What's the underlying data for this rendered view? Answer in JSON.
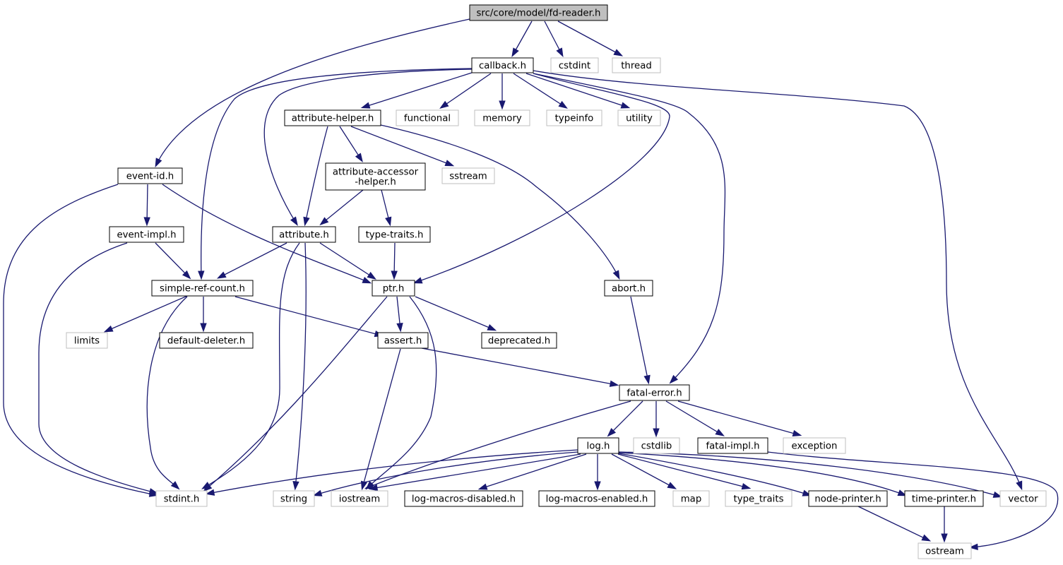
{
  "colors": {
    "edge": "#191970",
    "root_fill": "#bfbfbf",
    "node_fill": "#ffffff",
    "node_border": "#000000",
    "system_border": "#bfbfbf"
  },
  "nodes": [
    {
      "id": "fd_reader",
      "label": [
        "src/core/model/fd-reader.h"
      ],
      "kind": "root"
    },
    {
      "id": "callback",
      "label": [
        "callback.h"
      ],
      "kind": "local"
    },
    {
      "id": "cstdint",
      "label": [
        "cstdint"
      ],
      "kind": "system"
    },
    {
      "id": "thread",
      "label": [
        "thread"
      ],
      "kind": "system"
    },
    {
      "id": "attribute_helper",
      "label": [
        "attribute-helper.h"
      ],
      "kind": "local"
    },
    {
      "id": "functional",
      "label": [
        "functional"
      ],
      "kind": "system"
    },
    {
      "id": "memory",
      "label": [
        "memory"
      ],
      "kind": "system"
    },
    {
      "id": "typeinfo",
      "label": [
        "typeinfo"
      ],
      "kind": "system"
    },
    {
      "id": "utility",
      "label": [
        "utility"
      ],
      "kind": "system"
    },
    {
      "id": "event_id",
      "label": [
        "event-id.h"
      ],
      "kind": "local"
    },
    {
      "id": "attribute_accessor_helper",
      "label": [
        "attribute-accessor",
        "-helper.h"
      ],
      "kind": "local"
    },
    {
      "id": "sstream",
      "label": [
        "sstream"
      ],
      "kind": "system"
    },
    {
      "id": "event_impl",
      "label": [
        "event-impl.h"
      ],
      "kind": "local"
    },
    {
      "id": "attribute",
      "label": [
        "attribute.h"
      ],
      "kind": "local"
    },
    {
      "id": "type_traits_h",
      "label": [
        "type-traits.h"
      ],
      "kind": "local"
    },
    {
      "id": "simple_ref_count",
      "label": [
        "simple-ref-count.h"
      ],
      "kind": "local"
    },
    {
      "id": "ptr",
      "label": [
        "ptr.h"
      ],
      "kind": "local"
    },
    {
      "id": "abort",
      "label": [
        "abort.h"
      ],
      "kind": "local"
    },
    {
      "id": "limits",
      "label": [
        "limits"
      ],
      "kind": "system"
    },
    {
      "id": "default_deleter",
      "label": [
        "default-deleter.h"
      ],
      "kind": "local"
    },
    {
      "id": "assert",
      "label": [
        "assert.h"
      ],
      "kind": "local"
    },
    {
      "id": "deprecated",
      "label": [
        "deprecated.h"
      ],
      "kind": "local"
    },
    {
      "id": "fatal_error",
      "label": [
        "fatal-error.h"
      ],
      "kind": "local"
    },
    {
      "id": "log",
      "label": [
        "log.h"
      ],
      "kind": "local"
    },
    {
      "id": "cstdlib",
      "label": [
        "cstdlib"
      ],
      "kind": "system"
    },
    {
      "id": "fatal_impl",
      "label": [
        "fatal-impl.h"
      ],
      "kind": "local"
    },
    {
      "id": "exception",
      "label": [
        "exception"
      ],
      "kind": "system"
    },
    {
      "id": "stdint",
      "label": [
        "stdint.h"
      ],
      "kind": "system"
    },
    {
      "id": "string",
      "label": [
        "string"
      ],
      "kind": "system"
    },
    {
      "id": "iostream",
      "label": [
        "iostream"
      ],
      "kind": "system"
    },
    {
      "id": "log_macros_disabled",
      "label": [
        "log-macros-disabled.h"
      ],
      "kind": "local"
    },
    {
      "id": "log_macros_enabled",
      "label": [
        "log-macros-enabled.h"
      ],
      "kind": "local"
    },
    {
      "id": "map",
      "label": [
        "map"
      ],
      "kind": "system"
    },
    {
      "id": "type_traits",
      "label": [
        "type_traits"
      ],
      "kind": "system"
    },
    {
      "id": "node_printer",
      "label": [
        "node-printer.h"
      ],
      "kind": "local"
    },
    {
      "id": "time_printer",
      "label": [
        "time-printer.h"
      ],
      "kind": "local"
    },
    {
      "id": "vector",
      "label": [
        "vector"
      ],
      "kind": "system"
    },
    {
      "id": "ostream",
      "label": [
        "ostream"
      ],
      "kind": "system"
    }
  ],
  "edges": [
    [
      "fd_reader",
      "callback"
    ],
    [
      "fd_reader",
      "cstdint"
    ],
    [
      "fd_reader",
      "thread"
    ],
    [
      "fd_reader",
      "event_id"
    ],
    [
      "callback",
      "attribute_helper"
    ],
    [
      "callback",
      "functional"
    ],
    [
      "callback",
      "memory"
    ],
    [
      "callback",
      "typeinfo"
    ],
    [
      "callback",
      "utility"
    ],
    [
      "callback",
      "attribute"
    ],
    [
      "callback",
      "simple_ref_count"
    ],
    [
      "callback",
      "ptr"
    ],
    [
      "callback",
      "fatal_error"
    ],
    [
      "callback",
      "vector"
    ],
    [
      "attribute_helper",
      "attribute_accessor_helper"
    ],
    [
      "attribute_helper",
      "sstream"
    ],
    [
      "attribute_helper",
      "attribute"
    ],
    [
      "attribute_helper",
      "abort"
    ],
    [
      "attribute_accessor_helper",
      "attribute"
    ],
    [
      "attribute_accessor_helper",
      "type_traits_h"
    ],
    [
      "event_id",
      "event_impl"
    ],
    [
      "event_id",
      "ptr"
    ],
    [
      "event_id",
      "stdint"
    ],
    [
      "event_impl",
      "simple_ref_count"
    ],
    [
      "event_impl",
      "stdint"
    ],
    [
      "attribute",
      "simple_ref_count"
    ],
    [
      "attribute",
      "ptr"
    ],
    [
      "attribute",
      "stdint"
    ],
    [
      "attribute",
      "string"
    ],
    [
      "type_traits_h",
      "ptr"
    ],
    [
      "simple_ref_count",
      "limits"
    ],
    [
      "simple_ref_count",
      "default_deleter"
    ],
    [
      "simple_ref_count",
      "assert"
    ],
    [
      "simple_ref_count",
      "stdint"
    ],
    [
      "ptr",
      "assert"
    ],
    [
      "ptr",
      "deprecated"
    ],
    [
      "ptr",
      "iostream"
    ],
    [
      "ptr",
      "stdint"
    ],
    [
      "abort",
      "fatal_error"
    ],
    [
      "assert",
      "fatal_error"
    ],
    [
      "assert",
      "iostream"
    ],
    [
      "fatal_error",
      "log"
    ],
    [
      "fatal_error",
      "cstdlib"
    ],
    [
      "fatal_error",
      "fatal_impl"
    ],
    [
      "fatal_error",
      "exception"
    ],
    [
      "fatal_error",
      "iostream"
    ],
    [
      "fatal_impl",
      "ostream"
    ],
    [
      "log",
      "stdint"
    ],
    [
      "log",
      "string"
    ],
    [
      "log",
      "iostream"
    ],
    [
      "log",
      "log_macros_disabled"
    ],
    [
      "log",
      "log_macros_enabled"
    ],
    [
      "log",
      "map"
    ],
    [
      "log",
      "type_traits"
    ],
    [
      "log",
      "node_printer"
    ],
    [
      "log",
      "time_printer"
    ],
    [
      "log",
      "vector"
    ],
    [
      "node_printer",
      "ostream"
    ],
    [
      "time_printer",
      "ostream"
    ]
  ]
}
